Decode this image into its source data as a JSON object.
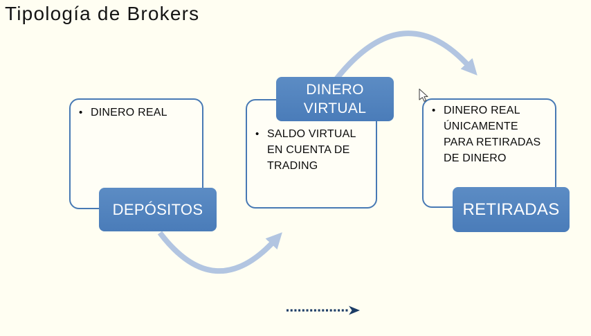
{
  "title": "Tipología de Brokers",
  "diagram": {
    "bullet_char": "•",
    "steps": [
      {
        "label": "DEPÓSITOS",
        "bullet": "DINERO REAL"
      },
      {
        "label": "DINERO VIRTUAL",
        "bullet": "SALDO VIRTUAL EN CUENTA DE TRADING"
      },
      {
        "label": "RETIRADAS",
        "bullet": "DINERO REAL ÚNICAMENTE PARA RETIRADAS DE DINERO"
      }
    ]
  },
  "colors": {
    "background": "#FFFEF2",
    "accent_blue": "#4E81BD",
    "box_border_blue": "#4779B4",
    "flow_arrow_light_blue": "#B2C5E1",
    "dotted_arrow_navy": "#1C3C66",
    "label_text": "#FFFFFF",
    "body_text": "#0B0B0B"
  },
  "icons": {
    "flow_arrow_bottom": "curved-swoosh-arrow-right",
    "flow_arrow_top": "curved-swoosh-arrow-right",
    "dotted_arrow": "dotted-arrow-right",
    "cursor": "mouse-pointer"
  }
}
